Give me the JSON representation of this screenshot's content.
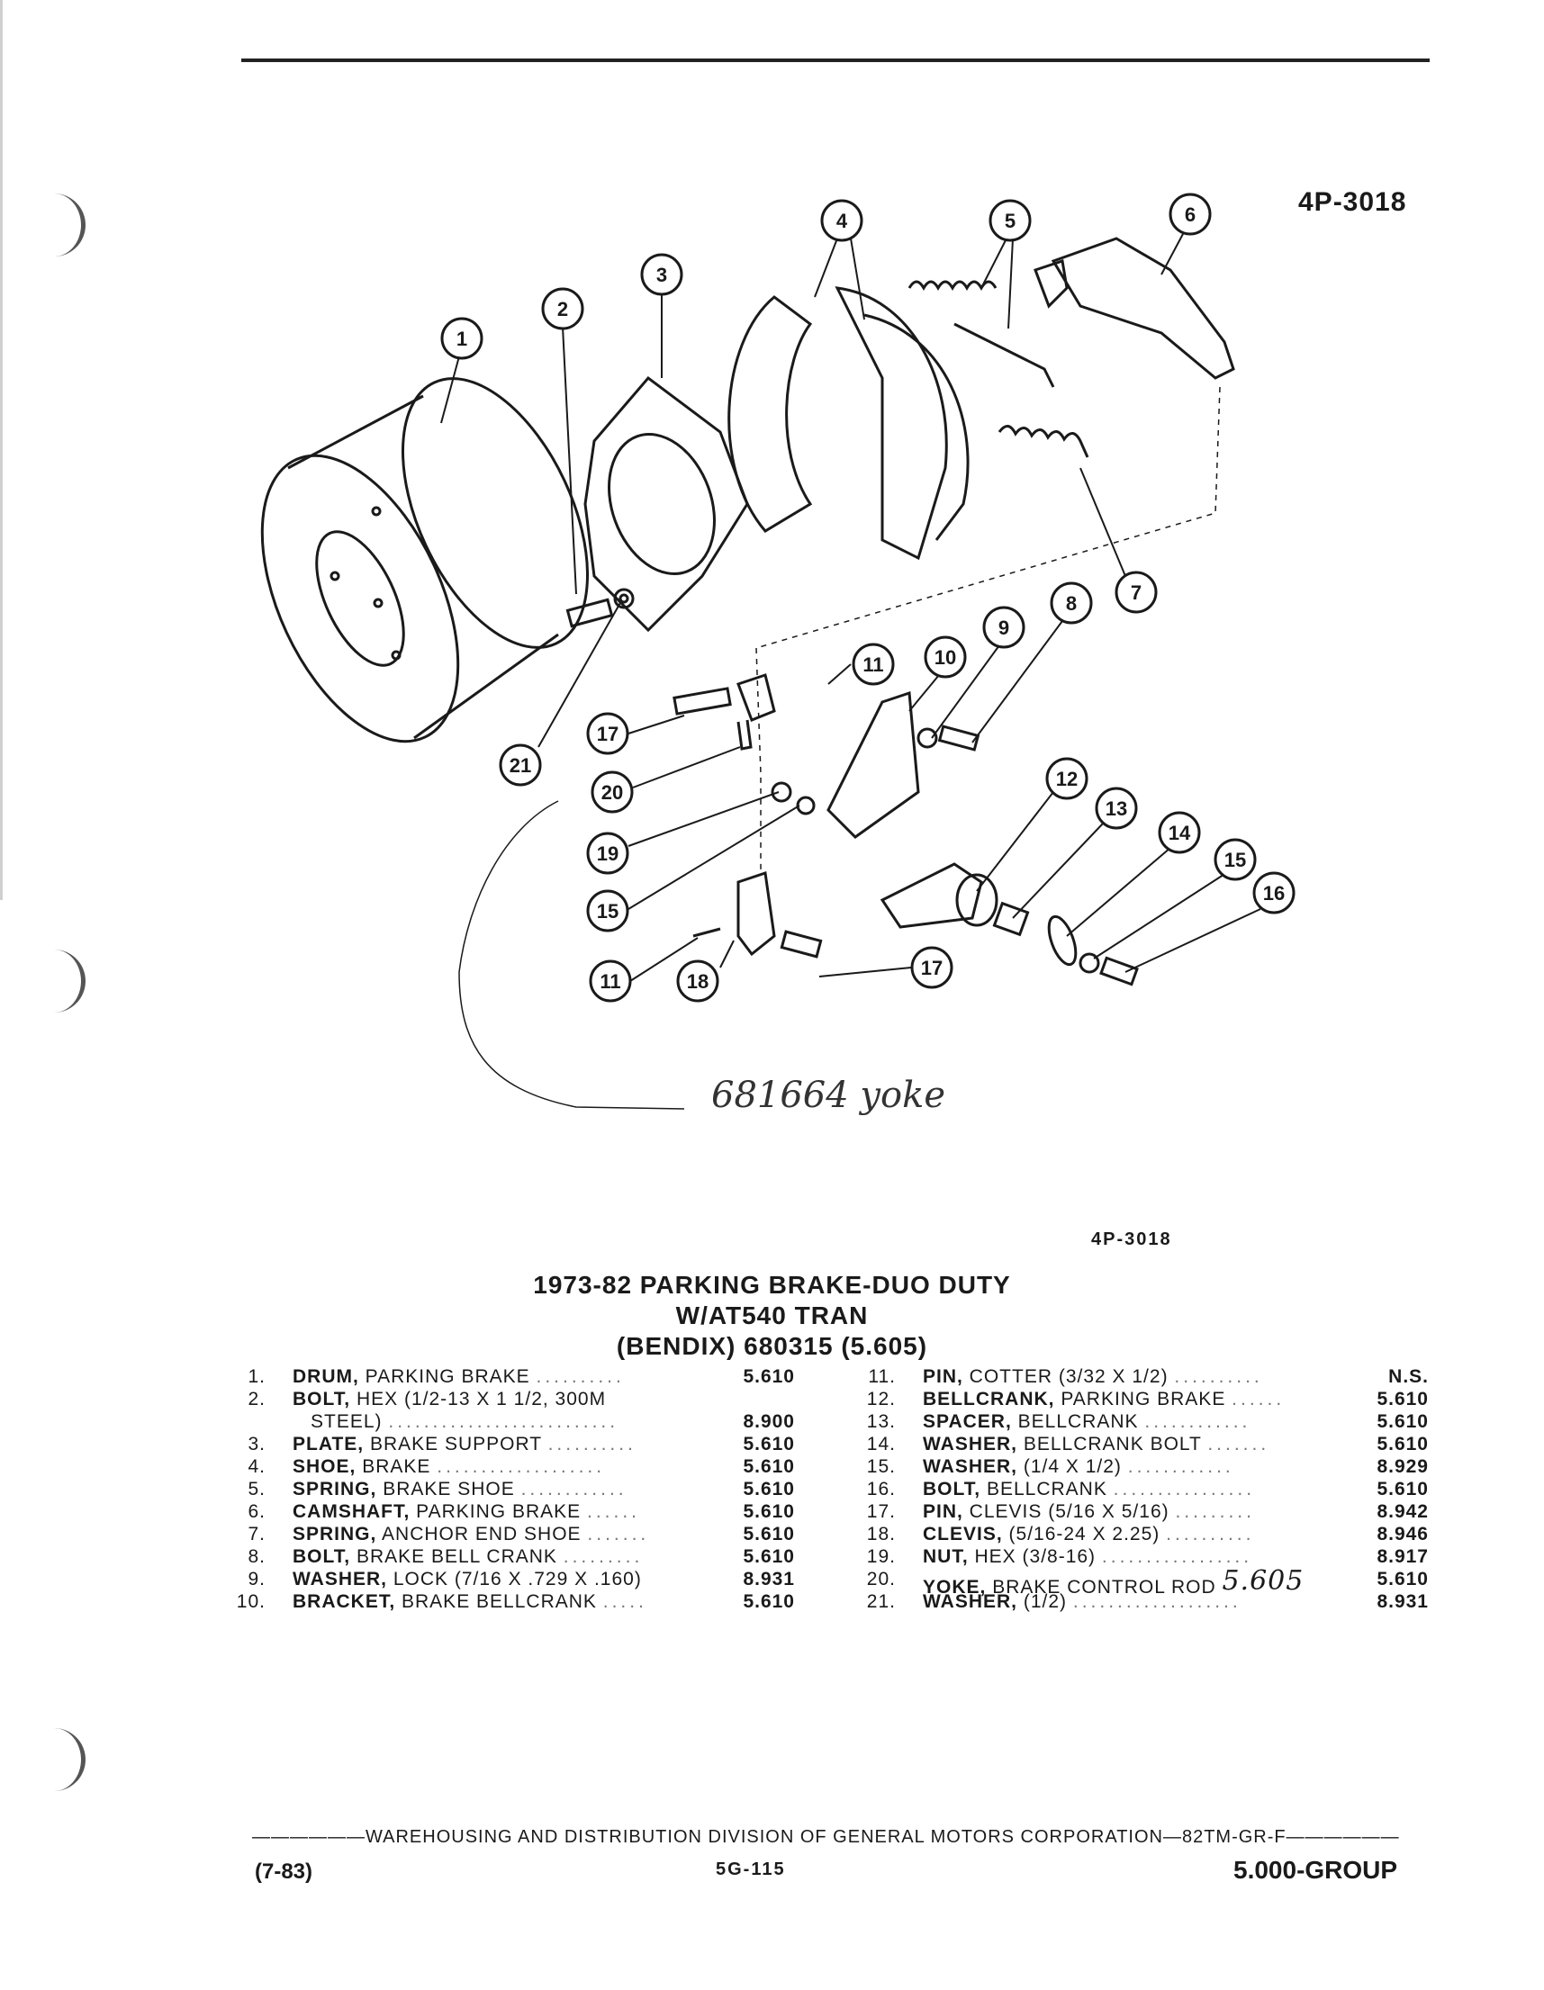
{
  "figure_code_top": "4P-3018",
  "figure_code_caption": "4P-3018",
  "title_lines": [
    "1973-82 PARKING BRAKE-DUO DUTY",
    "W/AT540 TRAN",
    "(BENDIX) 680315 (5.605)"
  ],
  "handwritten_note": "681664 yoke",
  "handwritten_group": "5.605",
  "callouts": [
    "1",
    "2",
    "3",
    "4",
    "5",
    "6",
    "7",
    "8",
    "9",
    "10",
    "11",
    "12",
    "13",
    "14",
    "15",
    "16",
    "17",
    "18",
    "19",
    "20",
    "21"
  ],
  "parts_left": [
    {
      "num": "1.",
      "name": "DRUM,",
      "desc": " PARKING BRAKE",
      "group": "5.610"
    },
    {
      "num": "2.",
      "name": "BOLT,",
      "desc": " HEX (1/2-13 X 1 1/2, 300M",
      "group": ""
    },
    {
      "num": "",
      "name": "",
      "desc": "STEEL)",
      "group": "8.900"
    },
    {
      "num": "3.",
      "name": "PLATE,",
      "desc": " BRAKE SUPPORT",
      "group": "5.610"
    },
    {
      "num": "4.",
      "name": "SHOE,",
      "desc": " BRAKE",
      "group": "5.610"
    },
    {
      "num": "5.",
      "name": "SPRING,",
      "desc": " BRAKE SHOE",
      "group": "5.610"
    },
    {
      "num": "6.",
      "name": "CAMSHAFT,",
      "desc": " PARKING BRAKE",
      "group": "5.610"
    },
    {
      "num": "7.",
      "name": "SPRING,",
      "desc": " ANCHOR END SHOE",
      "group": "5.610"
    },
    {
      "num": "8.",
      "name": "BOLT,",
      "desc": " BRAKE BELL CRANK",
      "group": "5.610"
    },
    {
      "num": "9.",
      "name": "WASHER,",
      "desc": " LOCK (7/16 X .729 X .160)",
      "group": "8.931"
    },
    {
      "num": "10.",
      "name": "BRACKET,",
      "desc": " BRAKE BELLCRANK",
      "group": "5.610"
    }
  ],
  "parts_right": [
    {
      "num": "11.",
      "name": "PIN,",
      "desc": " COTTER (3/32 X 1/2)",
      "group": "N.S."
    },
    {
      "num": "12.",
      "name": "BELLCRANK,",
      "desc": " PARKING BRAKE",
      "group": "5.610"
    },
    {
      "num": "13.",
      "name": "SPACER,",
      "desc": " BELLCRANK",
      "group": "5.610"
    },
    {
      "num": "14.",
      "name": "WASHER,",
      "desc": " BELLCRANK BOLT",
      "group": "5.610"
    },
    {
      "num": "15.",
      "name": "WASHER,",
      "desc": " (1/4 X 1/2)",
      "group": "8.929"
    },
    {
      "num": "16.",
      "name": "BOLT,",
      "desc": " BELLCRANK",
      "group": "5.610"
    },
    {
      "num": "17.",
      "name": "PIN,",
      "desc": " CLEVIS (5/16 X 5/16)",
      "group": "8.942"
    },
    {
      "num": "18.",
      "name": "CLEVIS,",
      "desc": " (5/16-24 X 2.25)",
      "group": "8.946"
    },
    {
      "num": "19.",
      "name": "NUT,",
      "desc": " HEX (3/8-16)",
      "group": "8.917"
    },
    {
      "num": "20.",
      "name": "YOKE,",
      "desc": " BRAKE CONTROL ROD",
      "group": "5.610"
    },
    {
      "num": "21.",
      "name": "WASHER,",
      "desc": " (1/2)",
      "group": "8.931"
    }
  ],
  "footer": {
    "line": "WAREHOUSING AND DISTRIBUTION DIVISION OF GENERAL MOTORS CORPORATION—82TM-GR-F",
    "left": "(7-83)",
    "center": "5G-115",
    "right": "5.000-GROUP"
  },
  "colors": {
    "ink": "#1a1a1a",
    "paper": "#ffffff"
  }
}
